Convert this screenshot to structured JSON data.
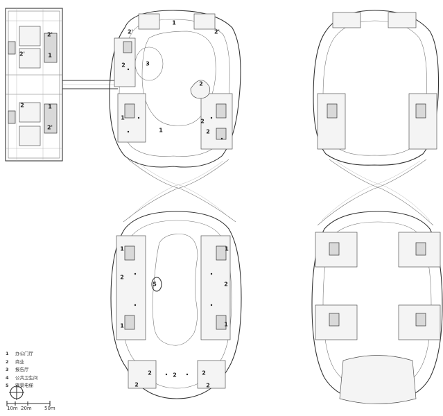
{
  "legend": [
    {
      "key": "1",
      "label": "办公门厅"
    },
    {
      "key": "2",
      "label": "商业"
    },
    {
      "key": "3",
      "label": "报告厅"
    },
    {
      "key": "4",
      "label": "公共卫生间"
    },
    {
      "key": "5",
      "label": "观景电梯"
    }
  ],
  "scale": {
    "labels": [
      "10m",
      "20m",
      "50m"
    ]
  },
  "plan_labels": {
    "n1": "1",
    "n2": "2",
    "n3": "3",
    "n5": "5",
    "n2s": "2'"
  }
}
